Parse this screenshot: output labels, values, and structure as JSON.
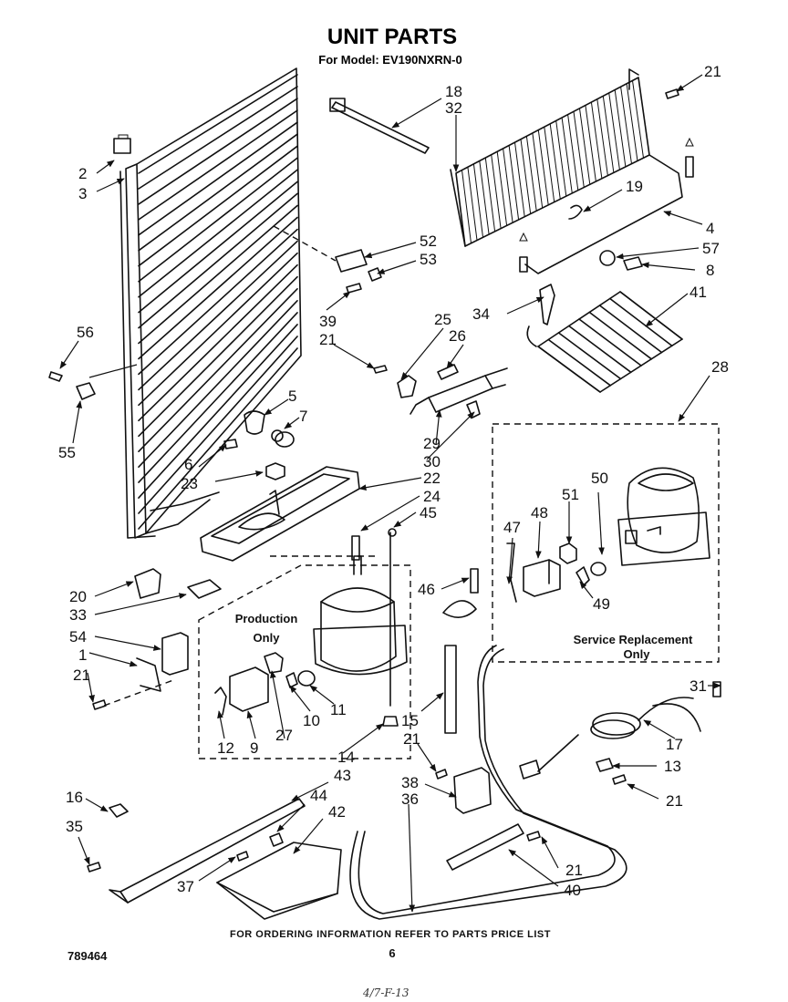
{
  "title": "UNIT PARTS",
  "model_line": "For Model: EV190NXRN-0",
  "footer_note": "FOR ORDERING INFORMATION REFER TO PARTS PRICE LIST",
  "doc_number": "789464",
  "page_number": "6",
  "handwritten": "4/7-F-13",
  "box_production_label": [
    "Production",
    "Only"
  ],
  "box_service_label": [
    "Service Replacement",
    "Only"
  ],
  "callouts": {
    "c2": "2",
    "c3": "3",
    "c56": "56",
    "c55": "55",
    "c6": "6",
    "c23": "23",
    "c5": "5",
    "c7": "7",
    "c18": "18",
    "c32": "32",
    "c52": "52",
    "c53": "53",
    "c39": "39",
    "c21a": "21",
    "c25": "25",
    "c26": "26",
    "c29": "29",
    "c30": "30",
    "c22": "22",
    "c24": "24",
    "c45": "45",
    "c21b": "21",
    "c19": "19",
    "c4": "4",
    "c57": "57",
    "c8": "8",
    "c34": "34",
    "c41": "41",
    "c28": "28",
    "c50": "50",
    "c51": "51",
    "c48": "48",
    "c47": "47",
    "c49": "49",
    "c46": "46",
    "c20": "20",
    "c33": "33",
    "c54": "54",
    "c1": "1",
    "c21c": "21",
    "c12": "12",
    "c9": "9",
    "c27": "27",
    "c10": "10",
    "c11": "11",
    "c15": "15",
    "c21d": "21",
    "c14": "14",
    "c31": "31",
    "c17": "17",
    "c13": "13",
    "c21e": "21",
    "c38": "38",
    "c36": "36",
    "c16": "16",
    "c43": "43",
    "c44": "44",
    "c35": "35",
    "c42": "42",
    "c37": "37",
    "c21f": "21",
    "c40": "40"
  }
}
